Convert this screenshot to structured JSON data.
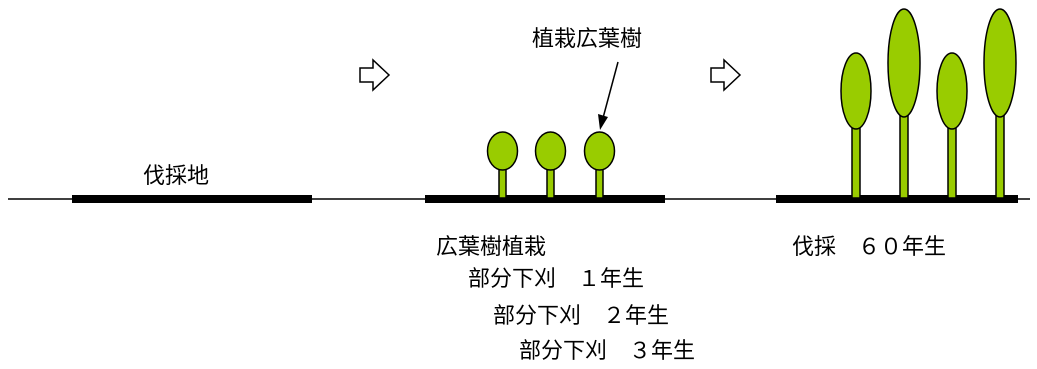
{
  "colors": {
    "ground_line": "#000000",
    "ground_bar": "#000000",
    "tree_fill": "#99cc00",
    "tree_stroke": "#000000",
    "arrow_outline": "#000000",
    "arrow_fill": "#ffffff"
  },
  "labels": {
    "stage1": "伐採地",
    "planted_note": "植栽広葉樹",
    "stage2_title": "広葉樹植栽",
    "stage2_line1": "部分下刈　１年生",
    "stage2_line2": "部分下刈　２年生",
    "stage2_line3": "部分下刈　３年生",
    "stage3": "伐採　６０年生"
  },
  "icons": {
    "flow_arrow": "hollow-right-arrow-icon",
    "pointer_arrow": "down-arrow-icon"
  }
}
